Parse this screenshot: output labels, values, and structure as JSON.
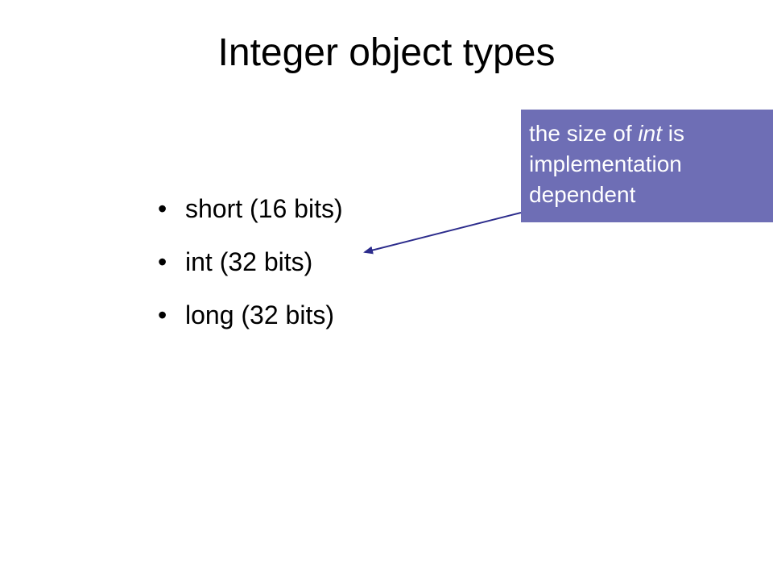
{
  "slide": {
    "title": "Integer object types",
    "bullets": [
      {
        "marker": "•",
        "text": "short (16 bits)"
      },
      {
        "marker": "•",
        "text": "int (32 bits)"
      },
      {
        "marker": "•",
        "text": "long (32 bits)"
      }
    ],
    "callout": {
      "before": "the size of ",
      "emphasis": "int",
      "after": " is implementation dependent",
      "background": "#6e6eb5",
      "text_color": "#ffffff"
    },
    "arrow_color": "#2c2c8c"
  }
}
